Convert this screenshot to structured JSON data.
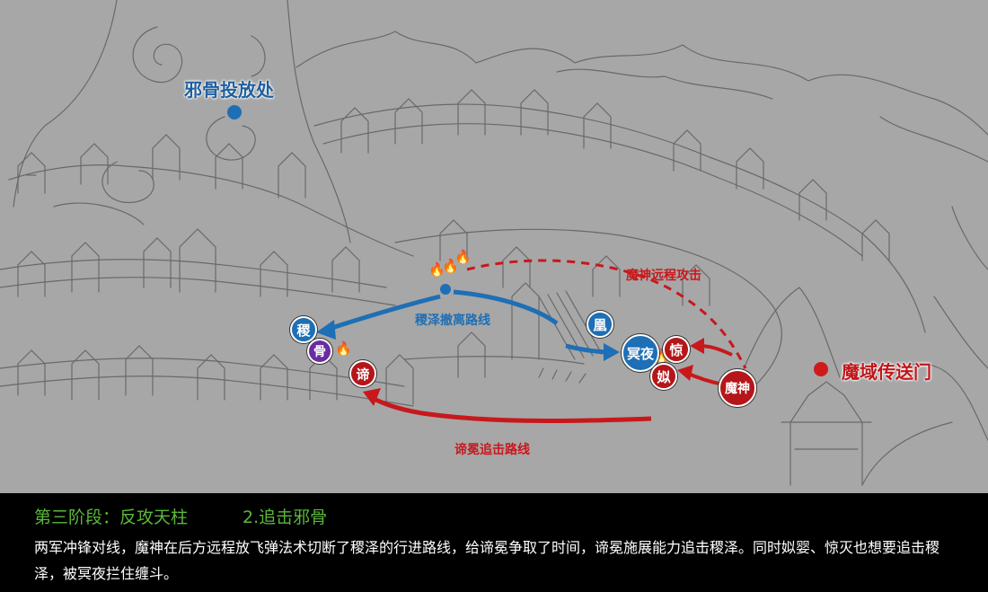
{
  "map": {
    "locations": {
      "bone_drop": "邪骨投放处",
      "portal": "魔域传送门"
    },
    "routes": {
      "retreat": "稷泽撤离路线",
      "ranged_attack": "魔神远程攻击",
      "pursuit": "谛冕追击路线"
    },
    "units": {
      "jize": "稷",
      "bone": "骨",
      "di": "谛",
      "huang": "凰",
      "mingye": "冥夜",
      "jing": "惊",
      "si": "姒",
      "moshen": "魔神"
    },
    "colors": {
      "ally": "#1e6fb5",
      "enemy": "#b5161a",
      "bone": "#6a2ca0",
      "sketch_background": "#a7a7a7"
    },
    "icons": [
      "fire-icon",
      "location-dot-icon"
    ]
  },
  "caption": {
    "stage_title": "第三阶段：反攻天柱",
    "sub_title": "2.追击邪骨",
    "description": "两军冲锋对线，魔神在后方远程放飞弹法术切断了稷泽的行进路线，给谛冕争取了时间，谛冕施展能力追击稷泽。同时姒婴、惊灭也想要追击稷泽，被冥夜拦住缠斗。",
    "colors": {
      "title": "#5bb83a",
      "body": "#ffffff"
    }
  }
}
